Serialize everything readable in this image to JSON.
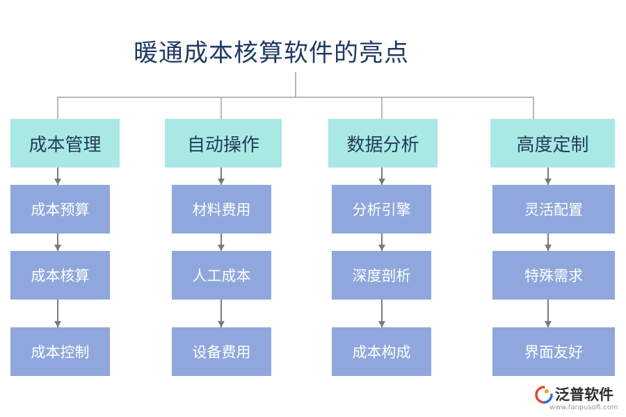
{
  "title": "暖通成本核算软件的亮点",
  "columns": [
    {
      "category": "成本管理",
      "items": [
        "成本预算",
        "成本核算",
        "成本控制"
      ]
    },
    {
      "category": "自动操作",
      "items": [
        "材料费用",
        "人工成本",
        "设备费用"
      ]
    },
    {
      "category": "数据分析",
      "items": [
        "分析引擎",
        "深度剖析",
        "成本构成"
      ]
    },
    {
      "category": "高度定制",
      "items": [
        "灵活配置",
        "特殊需求",
        "界面友好"
      ]
    }
  ],
  "logo": {
    "name": "泛普软件",
    "url": "www.fanpusoft.com",
    "icon": "fanpu-logo-icon"
  },
  "colors": {
    "title": "#1f3a64",
    "category_fill": "#a8e9e4",
    "item_fill": "#8fa7dc",
    "connector": "#b7b7b7",
    "arrow": "#7a7a7a"
  }
}
